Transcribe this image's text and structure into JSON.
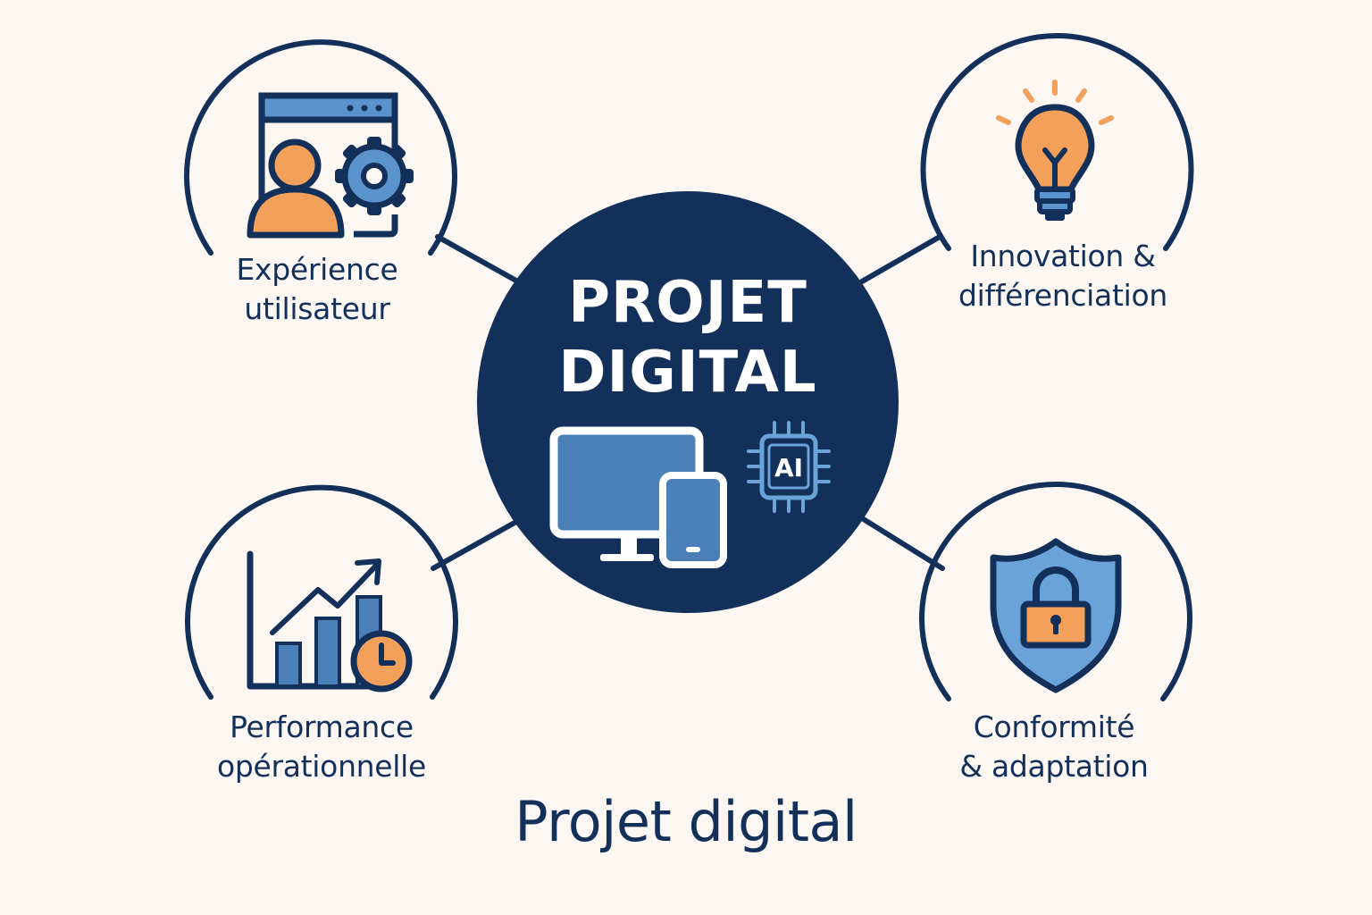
{
  "center": {
    "line1": "PROJET",
    "line2": "DIGITAL",
    "chip_label": "AI"
  },
  "nodes": [
    {
      "id": "ux",
      "line1": "Expérience",
      "line2": "utilisateur",
      "icon": "user-settings-icon"
    },
    {
      "id": "innovation",
      "line1": "Innovation &",
      "line2": "différenciation",
      "icon": "lightbulb-icon"
    },
    {
      "id": "performance",
      "line1": "Performance",
      "line2": "opérationnelle",
      "icon": "growth-chart-icon"
    },
    {
      "id": "compliance",
      "line1": "Conformité",
      "line2": "& adaptation",
      "icon": "shield-lock-icon"
    }
  ],
  "footer": {
    "title": "Projet digital"
  },
  "colors": {
    "background": "#fcf7f2",
    "navy": "#13305a",
    "blue": "#4a7fb8",
    "light_blue": "#6aa3d8",
    "orange": "#f3a05a"
  }
}
